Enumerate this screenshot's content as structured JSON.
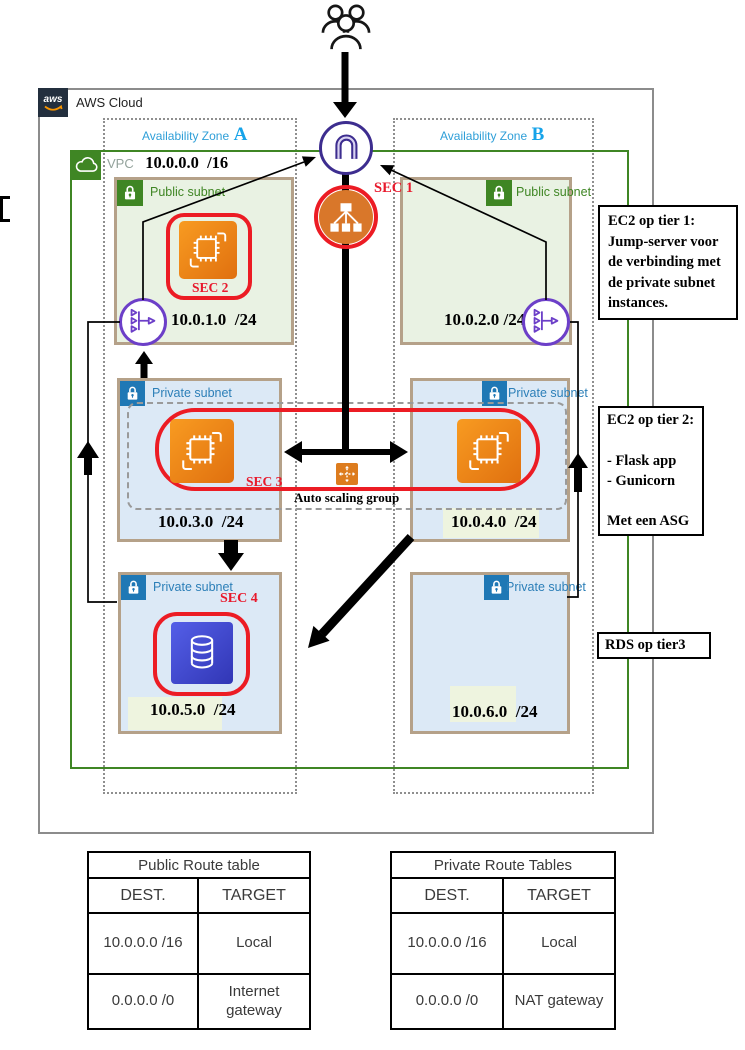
{
  "colors": {
    "security_red": "#ec1c24",
    "public_green": "#3f8624",
    "private_blue": "#1f78b5",
    "az_blue": "#2f9fd8",
    "lb_orange": "#d9772a",
    "igw_purple": "#3d2d8f",
    "nat_purple": "#6c3fc8",
    "subnet_border_tan": "#b5a189"
  },
  "icons": [
    "users-icon",
    "aws-logo-icon",
    "vpc-cloud-icon",
    "public-subnet-lock-icon",
    "private-subnet-lock-icon",
    "internet-gateway-icon",
    "load-balancer-icon",
    "ec2-instance-icon",
    "rds-database-icon",
    "nat-gateway-icon",
    "auto-scaling-icon"
  ],
  "header": {
    "aws_cloud": "AWS Cloud"
  },
  "availability_zones": {
    "a": {
      "label": "Availability Zone",
      "letter": "A"
    },
    "b": {
      "label": "Availability Zone",
      "letter": "B"
    }
  },
  "vpc": {
    "label": "VPC",
    "cidr": "10.0.0.0  /16"
  },
  "security_groups": {
    "sec1": "SEC 1",
    "sec2": "SEC 2",
    "sec3": "SEC 3",
    "sec4": "SEC 4"
  },
  "subnets": {
    "public_left": {
      "label": "Public subnet",
      "cidr": "10.0.1.0  /24"
    },
    "public_right": {
      "label": "Public subnet",
      "cidr": "10.0.2.0 /24"
    },
    "private_mid_left": {
      "label": "Private subnet",
      "cidr": "10.0.3.0  /24"
    },
    "private_mid_right": {
      "label": "Private subnet",
      "cidr": "10.0.4.0  /24"
    },
    "private_bottom_left": {
      "label": "Private subnet",
      "cidr": "10.0.5.0  /24"
    },
    "private_bottom_right": {
      "label": "Private subnet",
      "cidr": "10.0.6.0  /24"
    }
  },
  "auto_scaling_group": {
    "label": "Auto scaling group"
  },
  "annotations": {
    "tier1": "EC2 op tier 1:\nJump-server voor\nde verbinding met\nde private subnet\ninstances.",
    "tier2": "EC2 op tier 2:\n\n- Flask app\n- Gunicorn\n\nMet een ASG",
    "tier3": "RDS op tier3"
  },
  "route_tables": {
    "public": {
      "title": "Public Route table",
      "headers": [
        "DEST.",
        "TARGET"
      ],
      "rows": [
        [
          "10.0.0.0 /16",
          "Local"
        ],
        [
          "0.0.0.0 /0",
          "Internet gateway"
        ]
      ]
    },
    "private": {
      "title": "Private Route Tables",
      "headers": [
        "DEST.",
        "TARGET"
      ],
      "rows": [
        [
          "10.0.0.0 /16",
          "Local"
        ],
        [
          "0.0.0.0 /0",
          "NAT gateway"
        ]
      ]
    }
  }
}
